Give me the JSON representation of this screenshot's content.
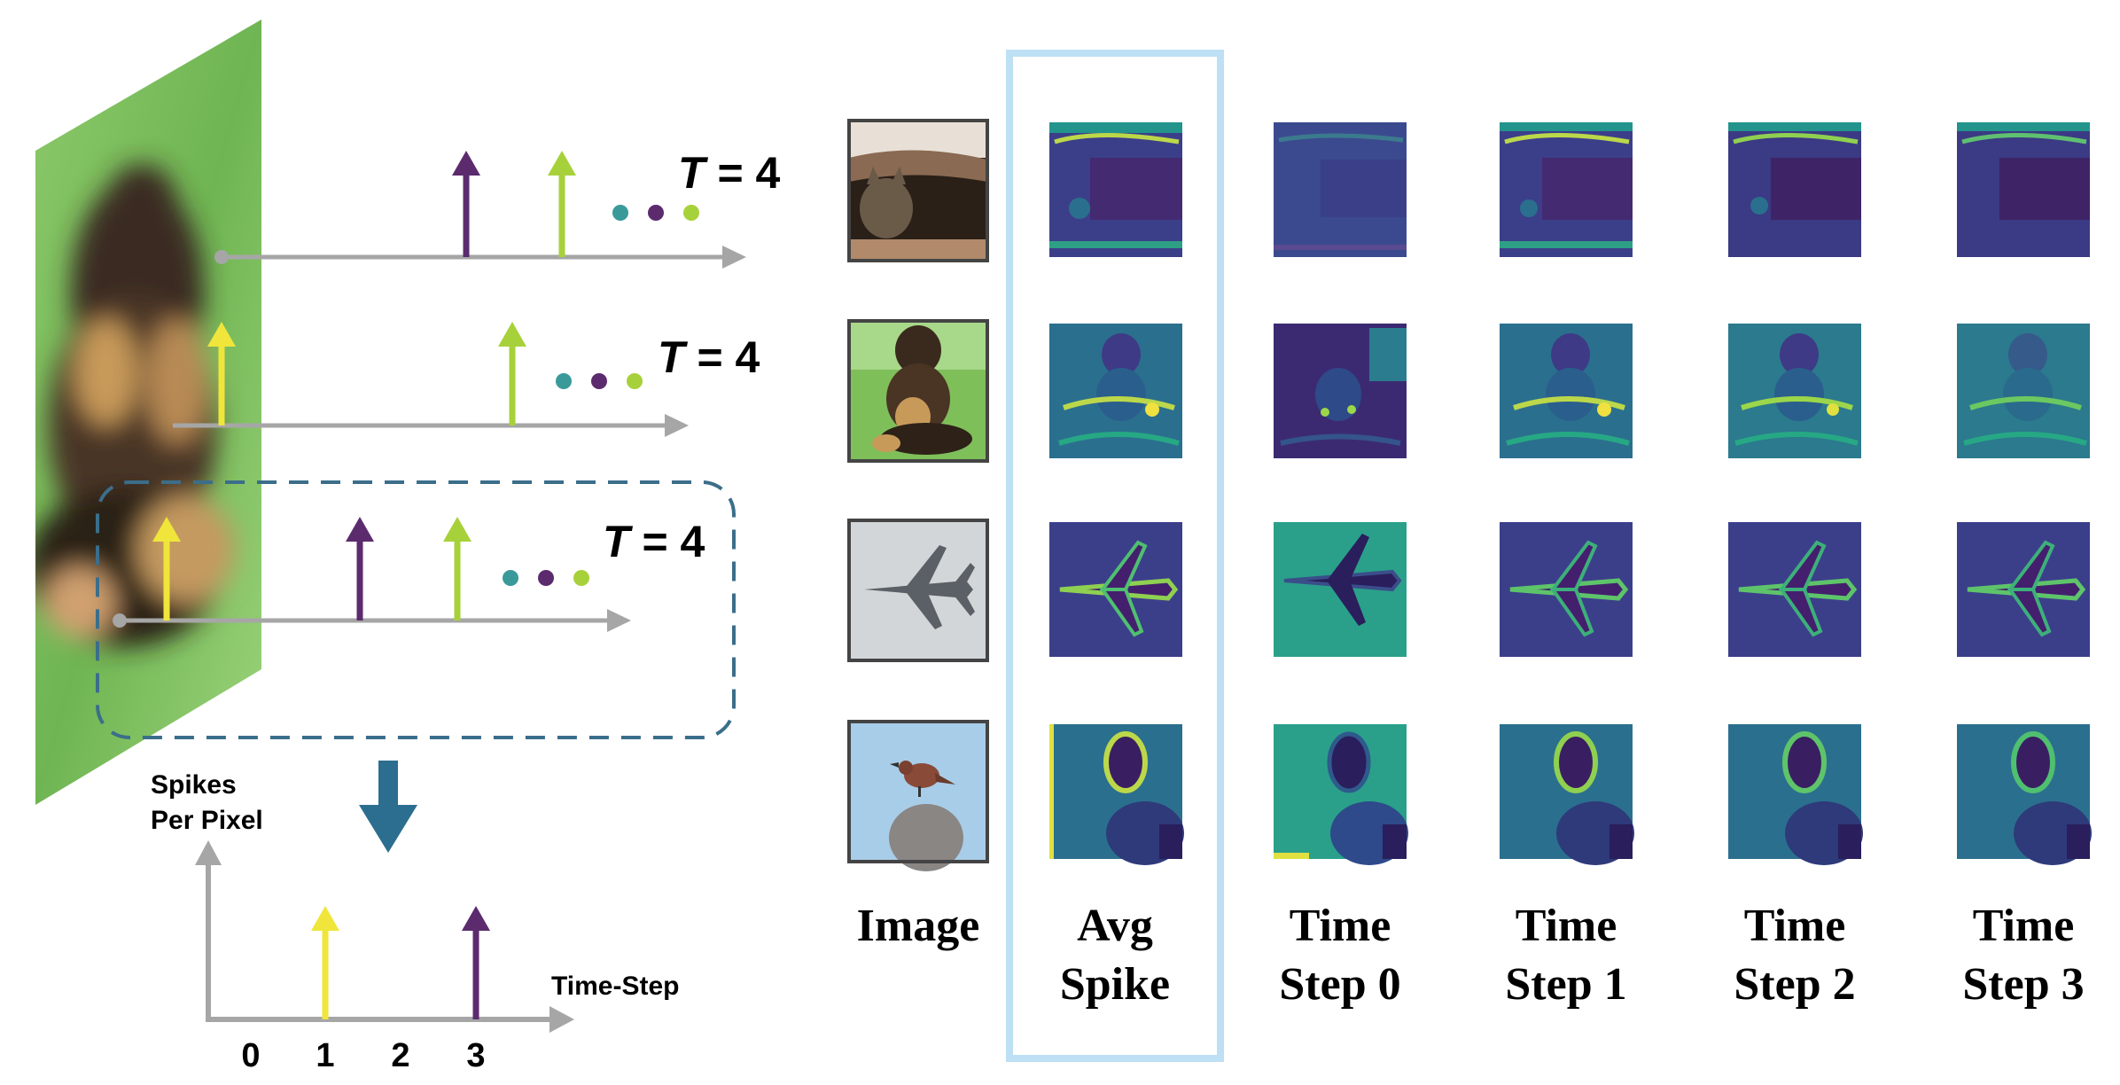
{
  "spike_trains": [
    {
      "label_italic": "T",
      "label_rest": " = 4"
    },
    {
      "label_italic": "T",
      "label_rest": " = 4"
    },
    {
      "label_italic": "T",
      "label_rest": " = 4"
    }
  ],
  "bottom_plot": {
    "ylabel_line1": "Spikes",
    "ylabel_line2": "Per Pixel",
    "xlabel": "Time-Step",
    "ticks": [
      "0",
      "1",
      "2",
      "3"
    ]
  },
  "grid": {
    "columns": [
      {
        "line1": "Image",
        "line2": ""
      },
      {
        "line1": "Avg",
        "line2": "Spike"
      },
      {
        "line1": "Time",
        "line2": "Step 0"
      },
      {
        "line1": "Time",
        "line2": "Step 1"
      },
      {
        "line1": "Time",
        "line2": "Step 2"
      },
      {
        "line1": "Time",
        "line2": "Step 3"
      }
    ],
    "rows": [
      "cat",
      "dog",
      "airplane",
      "bird"
    ]
  },
  "colors": {
    "purple": "#5b2b6e",
    "green": "#a7d13a",
    "yellow": "#f0e53a",
    "teal": "#3a9a9a",
    "gray_arrow": "#a6a6a6",
    "dashed_box": "#3b6e8a",
    "down_arrow": "#2c6e8f",
    "highlight_box": "#bde0f5"
  }
}
